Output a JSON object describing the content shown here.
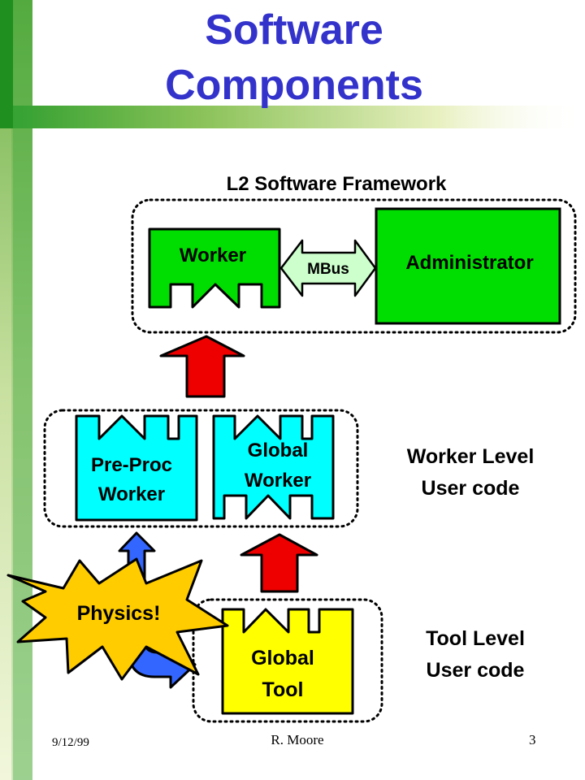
{
  "title": {
    "line1": "Software",
    "line2": "Components"
  },
  "framework": {
    "label": "L2 Software Framework",
    "worker": "Worker",
    "mbus": "MBus",
    "administrator": "Administrator"
  },
  "worker_level": {
    "preproc_line1": "Pre-Proc",
    "preproc_line2": "Worker",
    "global_line1": "Global",
    "global_line2": "Worker",
    "label_line1": "Worker Level",
    "label_line2": "User code"
  },
  "tool_level": {
    "tool_line1": "Global",
    "tool_line2": "Tool",
    "label_line1": "Tool Level",
    "label_line2": "User code"
  },
  "burst": "Physics!",
  "footer": {
    "date": "9/12/99",
    "author": "R. Moore",
    "page": "3"
  },
  "colors": {
    "title": "#3333cc",
    "green_box": "#00dd00",
    "cyan_box": "#00ffff",
    "yellow_box": "#ffff00",
    "red_arrow": "#ee0000",
    "blue_arrow": "#3366ff",
    "burst": "#ffcc00",
    "mbus": "#ccffcc"
  }
}
